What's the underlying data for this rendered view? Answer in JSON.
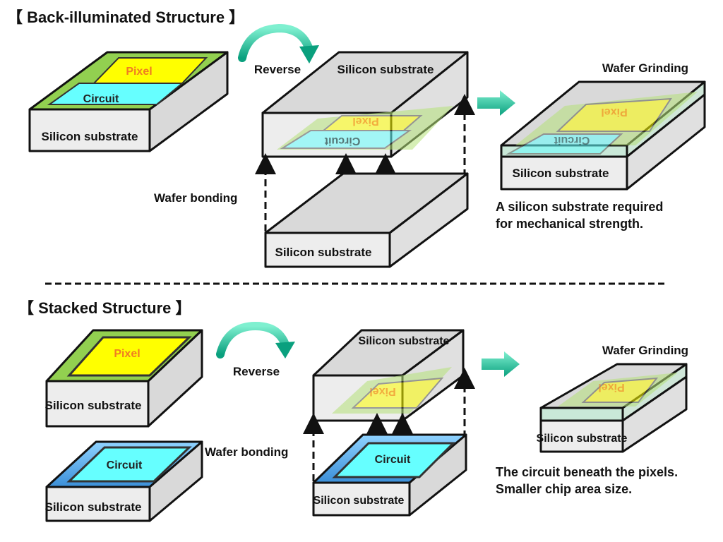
{
  "top": {
    "title": "【 Back-illuminated Structure 】",
    "reverse": "Reverse",
    "wafer_bonding": "Wafer bonding",
    "wafer_grinding": "Wafer Grinding",
    "silicon_substrate": "Silicon substrate",
    "pixel": "Pixel",
    "circuit": "Circuit",
    "note_line1": "A silicon substrate required",
    "note_line2": "for mechanical strength."
  },
  "bottom": {
    "title": "【 Stacked Structure 】",
    "reverse": "Reverse",
    "wafer_bonding": "Wafer bonding",
    "wafer_grinding": "Wafer Grinding",
    "silicon_substrate": "Silicon substrate",
    "pixel": "Pixel",
    "circuit": "Circuit",
    "note_line1": "The circuit beneath the pixels.",
    "note_line2": "Smaller chip area size."
  },
  "colors": {
    "pixel": "#ffff00",
    "circuit": "#66ffff",
    "layer_green": "#92d050",
    "substrate_top": "#d9d9d9",
    "substrate_face": "#ededed",
    "arrow": "#1bbf9a"
  }
}
